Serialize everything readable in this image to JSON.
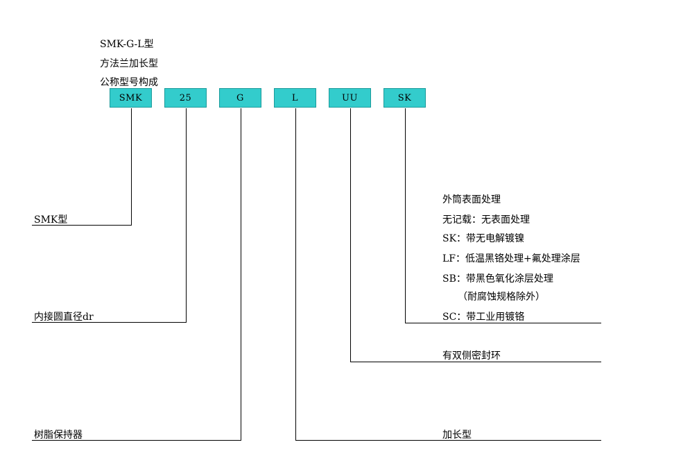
{
  "header": {
    "model": "SMK-G-L型",
    "type": "方法兰加长型",
    "composition": "公称型号构成"
  },
  "code_boxes": [
    "SMK",
    "25",
    "G",
    "L",
    "UU",
    "SK"
  ],
  "left_labels": {
    "smk_type": "SMK型",
    "inner_diameter": "内接圆直径dr",
    "resin_retainer": "树脂保持器"
  },
  "right_labels": {
    "surface_title": "外筒表面处理",
    "surface_none": "无记载：无表面处理",
    "surface_sk": "SK：带无电解镀镍",
    "surface_lf": "LF：低温黑铬处理+氟处理涂层",
    "surface_sb": "SB：带黑色氧化涂层处理",
    "surface_sb_note": "（耐腐蚀规格除外）",
    "surface_sc": "SC：带工业用镀铬",
    "double_seal": "有双侧密封环",
    "extended": "加长型"
  },
  "colors": {
    "box_fill": "#33cccc",
    "line": "#000000"
  }
}
